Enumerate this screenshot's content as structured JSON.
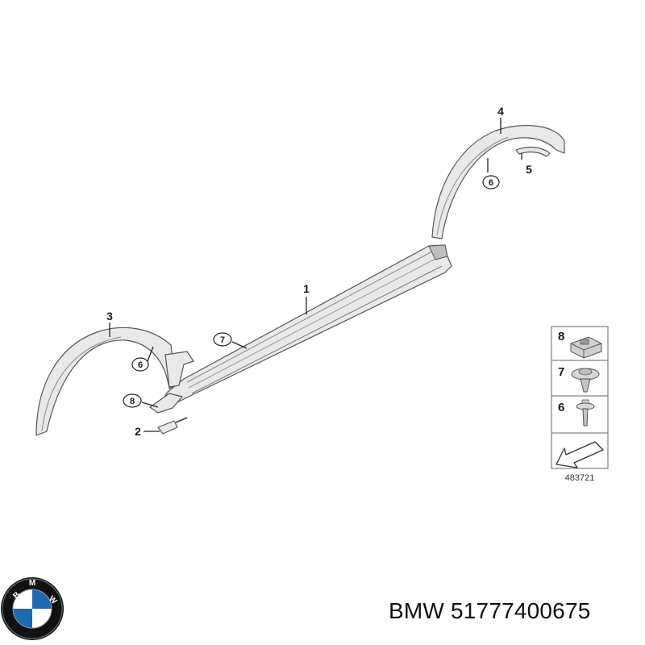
{
  "callouts": {
    "c1": "1",
    "c2": "2",
    "c3": "3",
    "c4": "4",
    "c5": "5",
    "c6a": "6",
    "c6b": "6",
    "c7": "7",
    "c8": "8"
  },
  "legend": {
    "items": [
      {
        "number": "8",
        "icon": "clip-nut-icon"
      },
      {
        "number": "7",
        "icon": "expanding-rivet-icon"
      },
      {
        "number": "6",
        "icon": "push-pin-icon"
      }
    ],
    "arrow_icon": "direction-arrow-icon"
  },
  "diagram_ref": "483721",
  "brand": {
    "logo_letters": "BMW",
    "caption": "BMW 51777400675",
    "colors": {
      "blue": "#1c69b4",
      "ring": "#111111",
      "white": "#ffffff"
    }
  }
}
